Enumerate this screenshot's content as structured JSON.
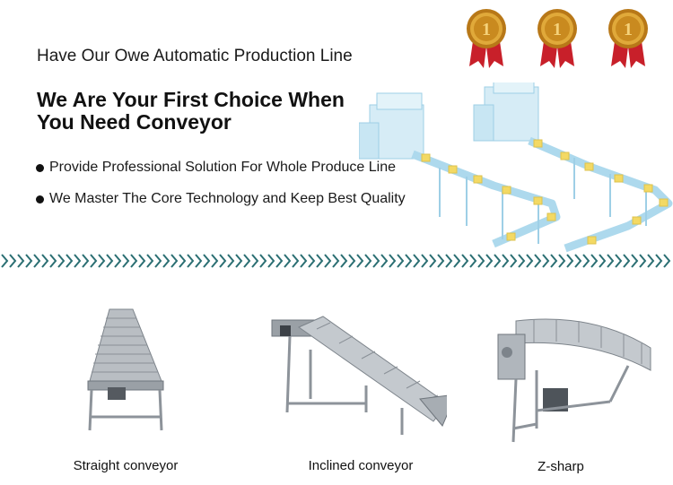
{
  "header": {
    "tagline": "Have Our Owe Automatic Production Line",
    "headline_line1": "We Are Your First Choice When",
    "headline_line2": "You Need Conveyor"
  },
  "bullets": [
    "Provide Professional Solution For Whole Produce Line",
    "We Master The Core Technology and Keep Best Quality"
  ],
  "medals": [
    {
      "label": "1",
      "icon": "gold-medal-icon"
    },
    {
      "label": "1",
      "icon": "gold-medal-icon"
    },
    {
      "label": "1",
      "icon": "gold-medal-icon"
    }
  ],
  "products": [
    {
      "caption": "Straight conveyor",
      "icon": "straight-conveyor-image"
    },
    {
      "caption": "Inclined conveyor",
      "icon": "inclined-conveyor-image"
    },
    {
      "caption": "Z-sharp",
      "icon": "curved-conveyor-image"
    }
  ],
  "colors": {
    "divider": "#2b6f73",
    "medal_gold": "#c98a1f",
    "ribbon": "#c8202a",
    "conveyor_blue": "#9fd3ea",
    "box_yellow": "#f2d34a",
    "steel": "#9aa0a6"
  }
}
